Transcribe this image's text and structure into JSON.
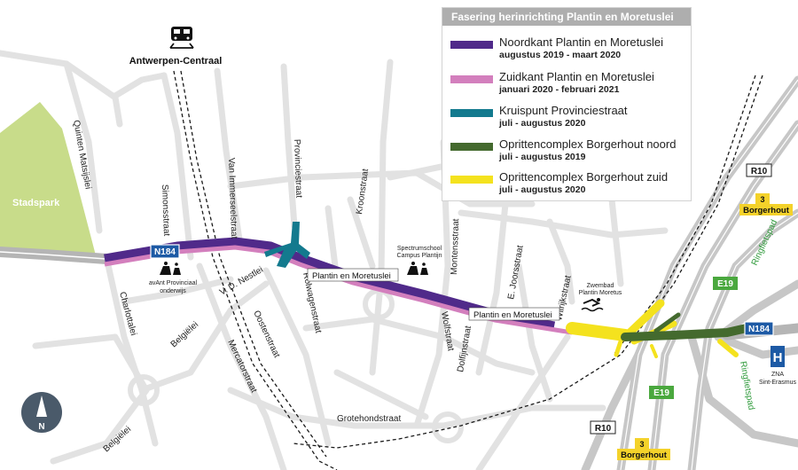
{
  "legend": {
    "title": "Fasering herinrichting Plantin en Moretuslei",
    "items": [
      {
        "title": "Noordkant Plantin en Moretuslei",
        "date": "augustus 2019 - maart 2020",
        "color": "#502a8a"
      },
      {
        "title": "Zuidkant Plantin en Moretuslei",
        "date": "januari 2020 - februari 2021",
        "color": "#d37fbd"
      },
      {
        "title": "Kruispunt Provinciestraat",
        "date": "juli - augustus 2020",
        "color": "#137a8e"
      },
      {
        "title": "Oprittencomplex Borgerhout noord",
        "date": "juli - augustus 2019",
        "color": "#446a2e"
      },
      {
        "title": "Oprittencomplex Borgerhout zuid",
        "date": "juli - augustus 2020",
        "color": "#f4e21e"
      }
    ]
  },
  "places": {
    "station": "Antwerpen-Centraal",
    "park": "Stadspark",
    "school1": [
      "avAnt Provinciaal",
      "onderwijs"
    ],
    "school2": [
      "Spectrumschool",
      "Campus Plantijn"
    ],
    "pool": [
      "Zwembad",
      "Plantin Moretus"
    ],
    "hospital": [
      "ZNA",
      "Sint-Erasmus"
    ]
  },
  "streets": {
    "quinten": "Quinten Matsijslei",
    "simons": "Simonsstraat",
    "vanimmer": "Van Immerseelstraat",
    "provincie": "Provinciestraat",
    "kroon": "Kroonstraat",
    "montens": "Montensstraat",
    "joors": "E. Joorsstraat",
    "wilrijk": "Wilrijkstraat",
    "charlotta": "Charlottalei",
    "belgielei": "Belgiëlei",
    "belgielei2": "Belgiëlei",
    "vdnest": "V. D. Nestlei",
    "oosten": "Oostenstraat",
    "mercator": "Mercatorstraat",
    "rolwagen": "Rolwagenstraat",
    "wolf": "Wolfstraat",
    "dolfijn": "Dolfijnstraat",
    "grotehond": "Grotehondstraat",
    "plantin1": "Plantin en Moretuslei",
    "plantin2": "Plantin en Moretuslei",
    "ringfietspad1": "Ringfietspad",
    "ringfietspad2": "Ringfietspad"
  },
  "shields": {
    "n184a": "N184",
    "n184b": "N184",
    "r10a": "R10",
    "r10b": "R10",
    "e19a": "E19",
    "e19b": "E19",
    "exit_num_a": "3",
    "exit_name_a": "Borgerhout",
    "exit_num_b": "3",
    "exit_name_b": "Borgerhout",
    "hospital_symbol": "H"
  },
  "compass": {
    "label": "N"
  }
}
